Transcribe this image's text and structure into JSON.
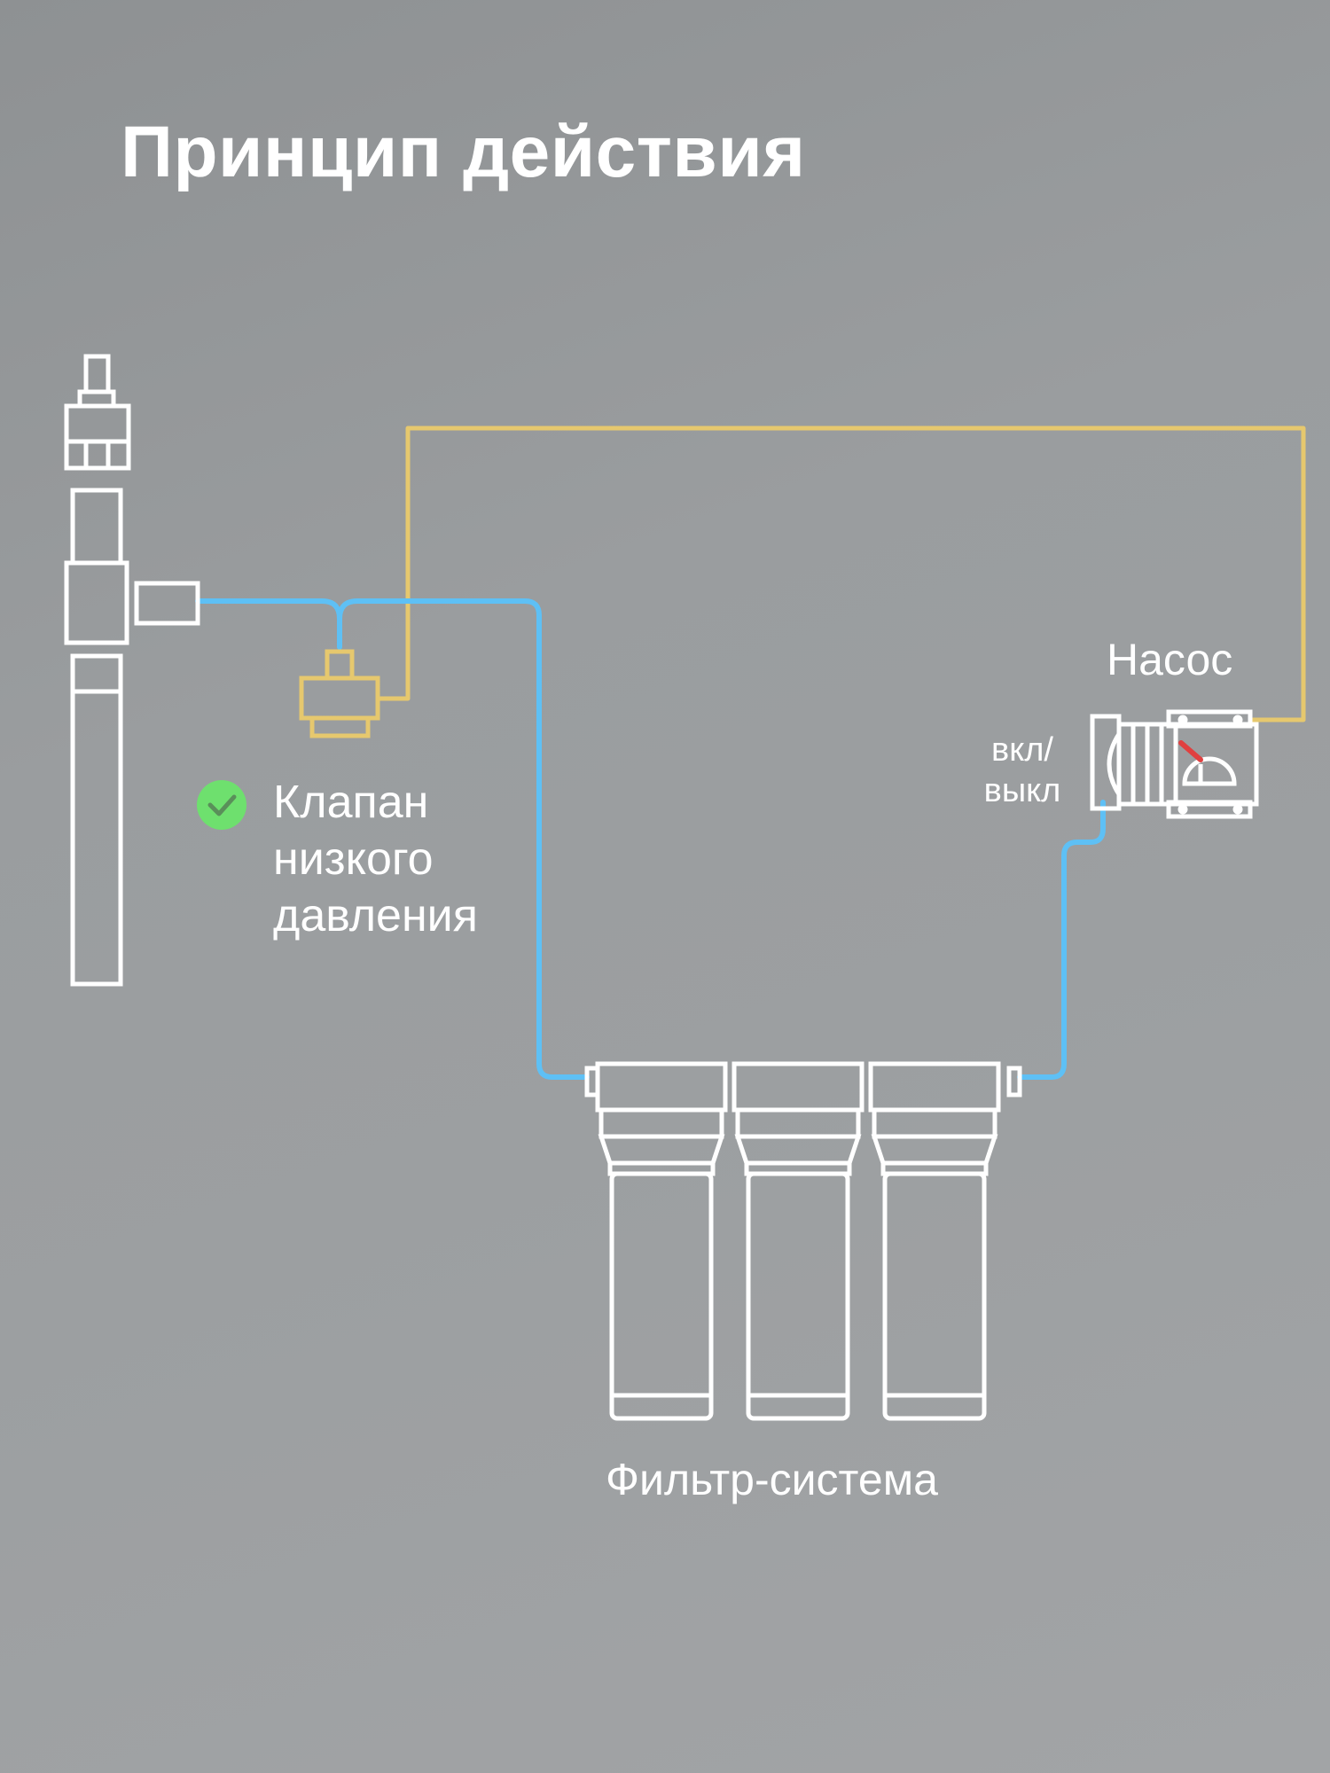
{
  "title": "Принцип действия",
  "labels": {
    "valve": "Клапан низкого давления",
    "pump": "Насос",
    "switch": "вкл/ выкл",
    "filter": "Фильтр-система"
  },
  "icons": {
    "valve_status": "check-icon"
  },
  "colors": {
    "water_line": "#5ec0f5",
    "signal_line": "#e6c86e",
    "device_outline": "#ffffff",
    "status_ok": "#6ee06e",
    "pump_indicator": "#e04040"
  }
}
